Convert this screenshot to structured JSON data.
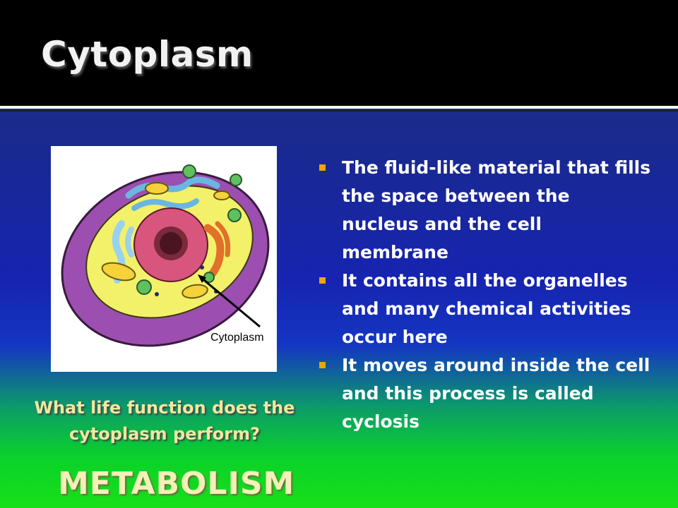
{
  "slide": {
    "title": "Cytoplasm",
    "bullets": [
      "The fluid-like material that fills the space between the nucleus and the cell membrane",
      "It contains all the organelles and many chemical activities occur here",
      "It moves around inside the cell and this process is called cyclosis"
    ],
    "question": "What life function does the cytoplasm perform?",
    "answer": "METABOLISM"
  },
  "figure": {
    "label": "Cytoplasm"
  },
  "colors": {
    "title_bar": "#000000",
    "bullet_marker": "#f2a400",
    "question_text": "#f0e8a0",
    "answer_text": "#f3f0b8",
    "membrane": "#9c4fb0",
    "cytoplasm": "#f3f06a",
    "nucleus": "#d8557e"
  }
}
